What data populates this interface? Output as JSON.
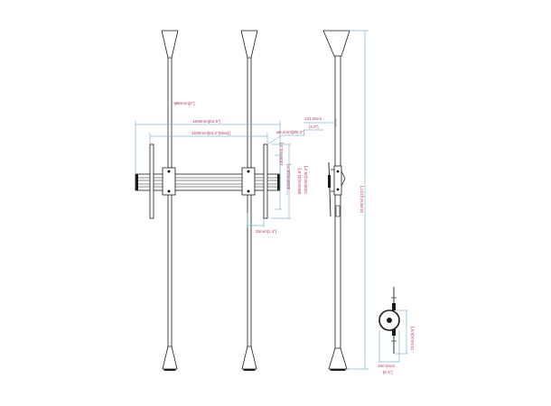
{
  "front_view": {
    "pole_diameter": "φ50mm[2\"]",
    "overall_width": "1590mm[62.5\"]",
    "max_width": "1630mm[64.2\"(Max)]",
    "slot": "φ6.2mm[Ø0.3\"]",
    "upper_offset": "100mm[4.3\"]",
    "vesa_height_1": "1000mm[39.4\"]",
    "vesa_height_2": "800mm[31.5\"]",
    "bracket_height": "400mm[15.7\"]",
    "bottom_gap": "35mm[1.4\"]"
  },
  "side_view": {
    "top_offset": "121.8mm",
    "top_offset_inch": "[4.8\"]",
    "total_height": "3100mm[122\"]"
  },
  "plan_view": {
    "base_width": "160.8mm",
    "base_width_inch": "[6.4\"]",
    "depth": "215mm[8.5\"]"
  }
}
